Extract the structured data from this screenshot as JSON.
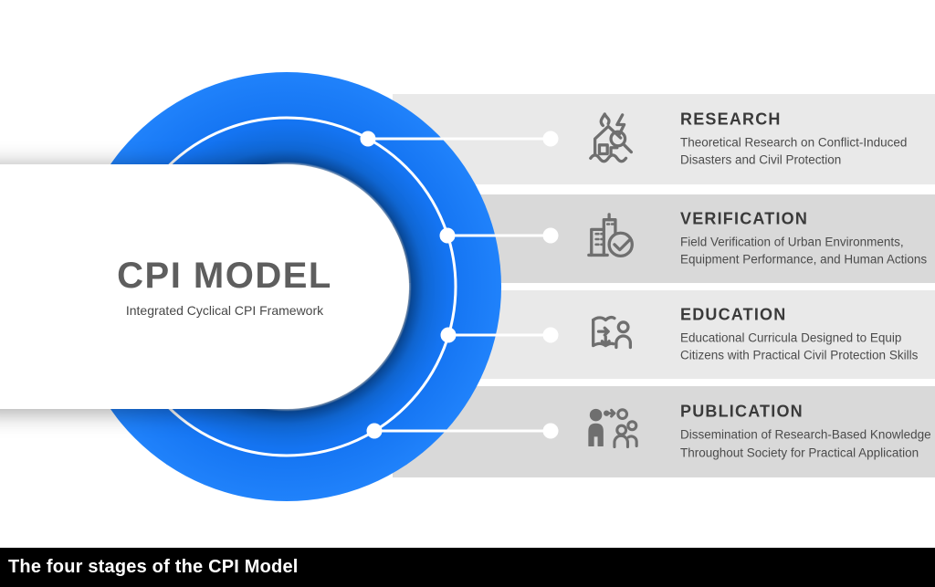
{
  "diagram": {
    "center": {
      "title": "CPI MODEL",
      "subtitle": "Integrated Cyclical CPI Framework"
    },
    "stages": [
      {
        "name": "RESEARCH",
        "description": "Theoretical Research on Conflict-Induced Disasters and Civil Protection",
        "icon": "disaster-house-fire-icon"
      },
      {
        "name": "VERIFICATION",
        "description": "Field Verification of Urban Environments, Equipment Performance, and Human Actions",
        "icon": "building-check-icon"
      },
      {
        "name": "EDUCATION",
        "description": "Educational Curricula Designed to Equip Citizens with Practical Civil Protection Skills",
        "icon": "open-book-person-icon"
      },
      {
        "name": "PUBLICATION",
        "description": "Dissemination of Research-Based Knowledge Throughout Society for Practical Application",
        "icon": "people-broadcast-icon"
      }
    ],
    "caption": "The four stages of the CPI Model",
    "colors": {
      "accent_blue": "#1474f2",
      "ring_inner_shadow": "#0a53ae",
      "band_light": "#e9e9e9",
      "band_dark": "#d9d9d9",
      "icon_gray": "#6f6f6f",
      "stage_name_gray": "#3a3a3a",
      "title_gray": "#5e5e5e",
      "caption_bg": "#000000",
      "caption_text": "#ffffff"
    }
  }
}
